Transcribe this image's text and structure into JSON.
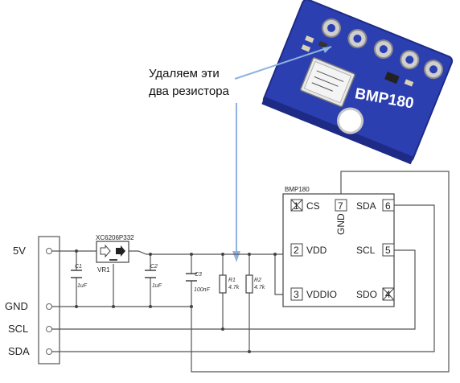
{
  "annotation": {
    "line1": "Удаляем эти",
    "line2": "два резистора"
  },
  "module_photo": {
    "label": "BMP180"
  },
  "connector": {
    "labels": [
      "5V",
      "GND",
      "SCL",
      "SDA"
    ]
  },
  "regulator": {
    "part": "XC6206P332",
    "ref": "VR1"
  },
  "components": {
    "c1_ref": "C1",
    "c1_val": "1uF",
    "c2_ref": "C2",
    "c2_val": "1uF",
    "c3_ref": "C3",
    "c3_val": "100nF",
    "r1_ref": "R1",
    "r1_val": "4.7k",
    "r2_ref": "R2",
    "r2_val": "4.7k"
  },
  "chip": {
    "title": "BMP180",
    "pins": [
      {
        "num": "1",
        "name": "CS"
      },
      {
        "num": "2",
        "name": "VDD"
      },
      {
        "num": "3",
        "name": "VDDIO"
      },
      {
        "num": "4",
        "name": "SDO"
      },
      {
        "num": "5",
        "name": "SCL"
      },
      {
        "num": "6",
        "name": "SDA"
      },
      {
        "num": "7",
        "name": "GND"
      }
    ]
  },
  "colors": {
    "pcb": "#2c3fb0",
    "pcb_dark": "#1d2b86",
    "arrow": "#8fb2de"
  }
}
